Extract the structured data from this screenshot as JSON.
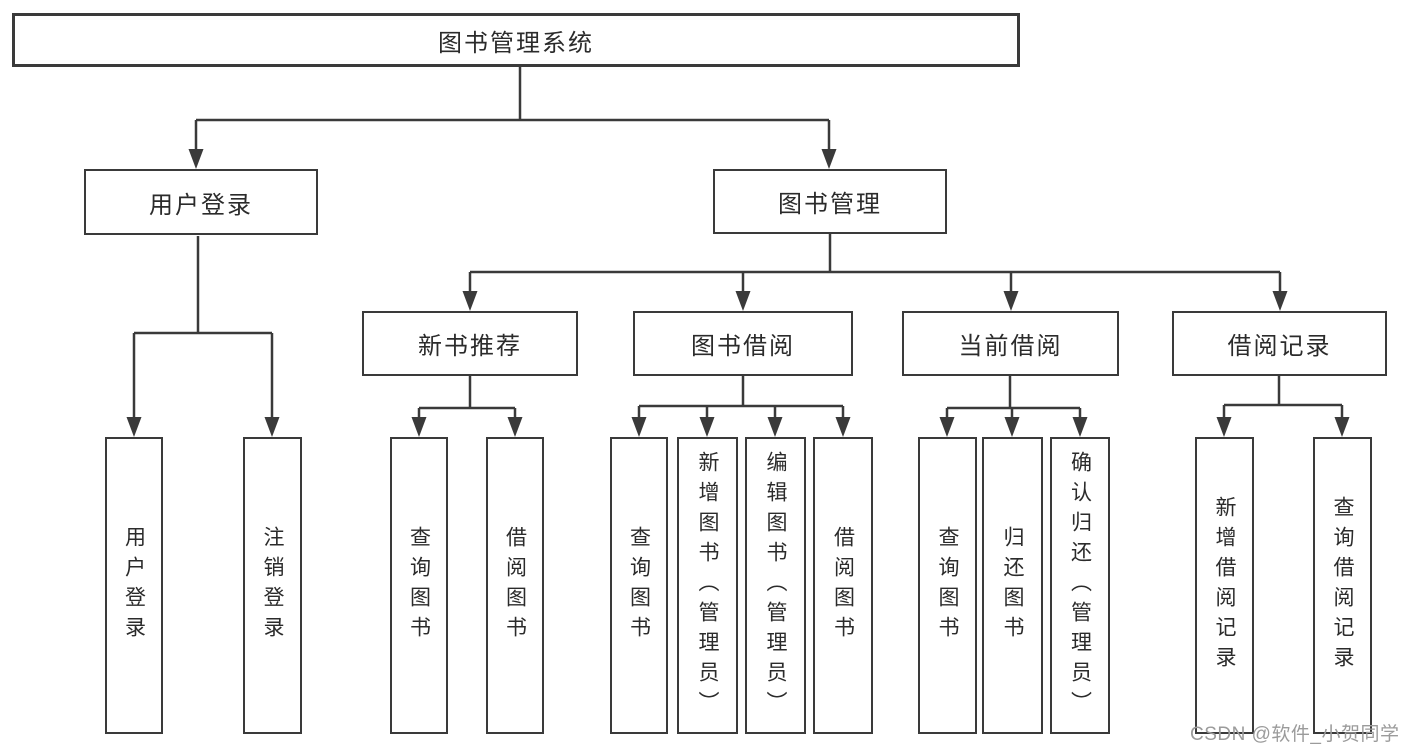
{
  "colors": {
    "line": "#3a3a3a",
    "text": "#2b2b2b",
    "box_bg": "#ffffff",
    "canvas_bg": "#ffffff",
    "watermark": "#9b9b9b"
  },
  "tree": {
    "label": "图书管理系统",
    "children": [
      {
        "label": "用户登录",
        "children": [
          {
            "label": "用户登录"
          },
          {
            "label": "注销登录"
          }
        ]
      },
      {
        "label": "图书管理",
        "children": [
          {
            "label": "新书推荐",
            "children": [
              {
                "label": "查询图书"
              },
              {
                "label": "借阅图书"
              }
            ]
          },
          {
            "label": "图书借阅",
            "children": [
              {
                "label": "查询图书"
              },
              {
                "label": "新增图书（管理员）"
              },
              {
                "label": "编辑图书（管理员）"
              },
              {
                "label": "借阅图书"
              }
            ]
          },
          {
            "label": "当前借阅",
            "children": [
              {
                "label": "查询图书"
              },
              {
                "label": "归还图书"
              },
              {
                "label": "确认归还（管理员）"
              }
            ]
          },
          {
            "label": "借阅记录",
            "children": [
              {
                "label": "新增借阅记录"
              },
              {
                "label": "查询借阅记录"
              }
            ]
          }
        ]
      }
    ]
  },
  "watermark": {
    "text": "CSDN @软件_小贺同学"
  }
}
